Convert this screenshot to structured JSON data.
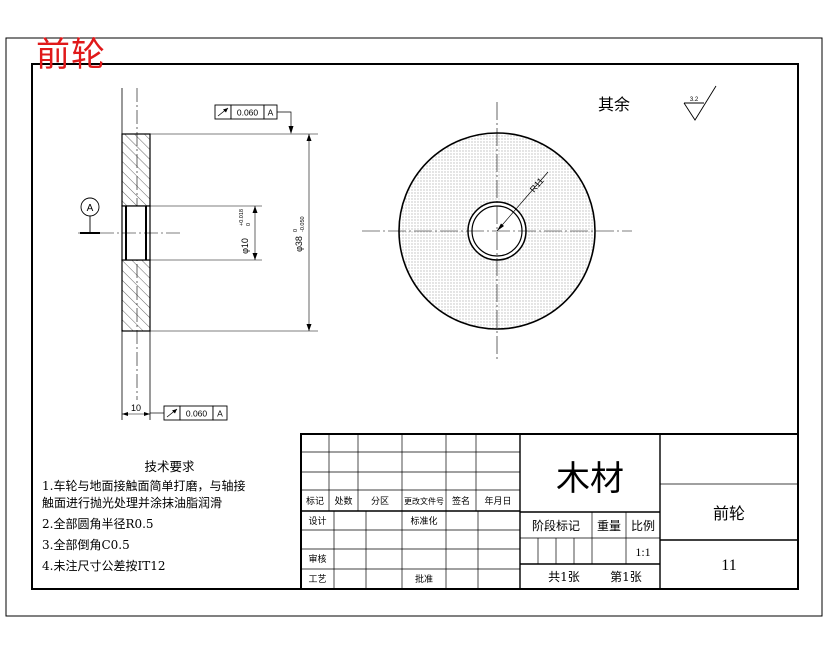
{
  "corner_title": "前轮",
  "surface_note": "其余",
  "surface_roughness": "3.2",
  "tolerance_frames": [
    {
      "value": "0.060",
      "datum": "A"
    },
    {
      "value": "0.060",
      "datum": "A"
    }
  ],
  "datum_label": "A",
  "dimensions": {
    "thickness": "10",
    "bore": "φ10",
    "bore_tol_upper": "+0.018",
    "bore_tol_lower": "0",
    "outer": "φ38",
    "outer_tol_upper": "0",
    "outer_tol_lower": "-0.050",
    "radius": "R11"
  },
  "tech_requirements": {
    "heading": "技术要求",
    "items": [
      "1.车轮与地面接触面简单打磨，与轴接",
      "触面进行抛光处理并涂抹油脂润滑",
      "2.全部圆角半径R0.5",
      "3.全部倒角C0.5",
      "4.未注尺寸公差按IT12"
    ]
  },
  "title_block": {
    "material": "木材",
    "part_name": "前轮",
    "drawing_number": "11",
    "scale_label": "比例",
    "scale_value": "1:1",
    "stage_label": "阶段标记",
    "weight_label": "重量",
    "total_sheets": "共1张",
    "sheet_number": "第1张",
    "header_cells": [
      "标记",
      "处数",
      "分区",
      "更改文件号",
      "签名",
      "年月日"
    ],
    "design_label": "设计",
    "standardize_label": "标准化",
    "review_label": "审核",
    "process_label": "工艺",
    "approve_label": "批准"
  }
}
